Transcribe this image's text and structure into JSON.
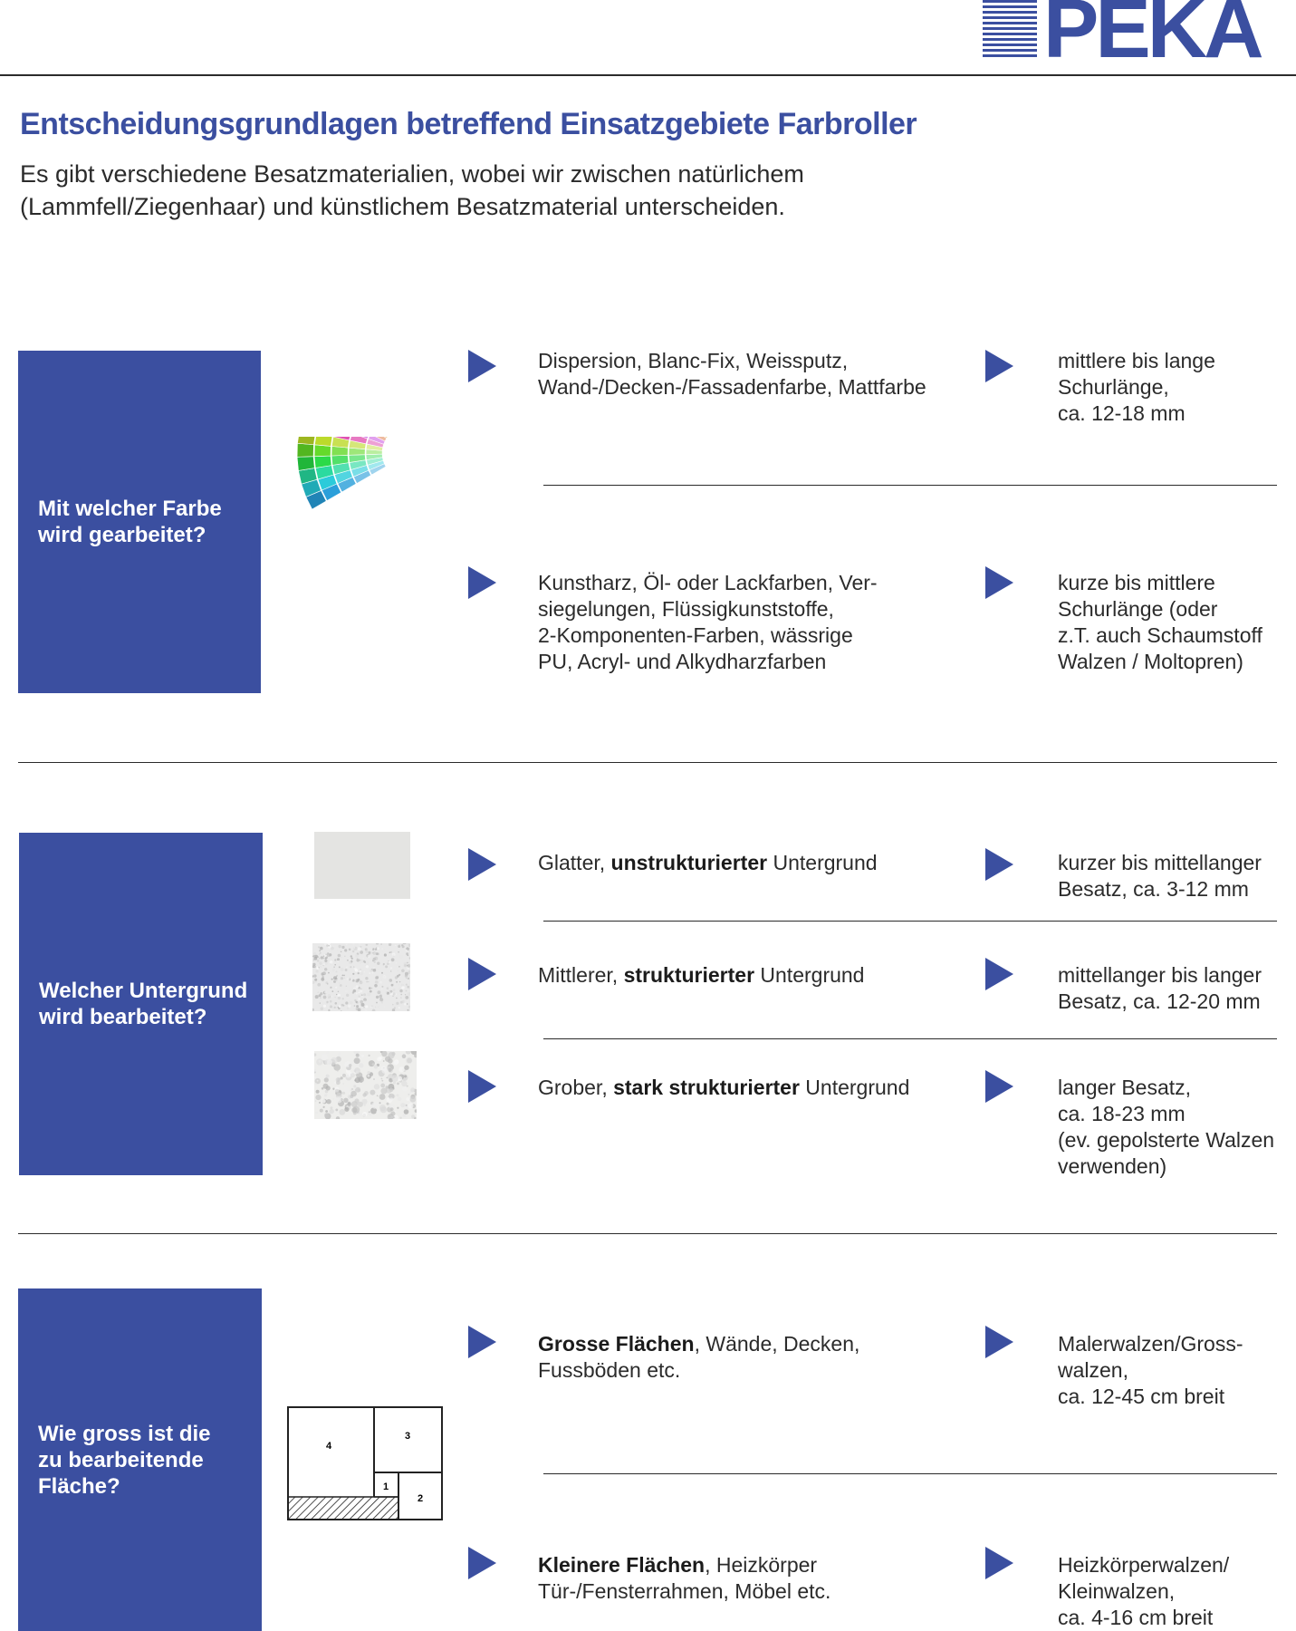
{
  "logo": {
    "text": "PEKA"
  },
  "title": "Entscheidungsgrundlagen betreffend Einsatzgebiete Farbroller",
  "intro": [
    "Es gibt verschiedene Besatzmaterialien, wobei wir zwischen natürlichem",
    "(Lammfell/Ziegenhaar) und künstlichem Besatzmaterial unterscheiden."
  ],
  "sections": {
    "farbe": {
      "question": [
        "Mit welcher Farbe",
        "wird gearbeitet?"
      ],
      "rows": [
        {
          "desc": [
            "Dispersion, Blanc-Fix, Weissputz,",
            "Wand-/Decken-/Fassadenfarbe, Mattfarbe"
          ],
          "result": [
            "mittlere bis lange",
            "Schurlänge,",
            "ca. 12-18 mm"
          ]
        },
        {
          "desc": [
            "Kunstharz, Öl- oder Lackfarben, Ver-",
            "siegelungen, Flüssigkunststoffe,",
            "2-Komponenten-Farben, wässrige",
            "PU, Acryl- und Alkydharzfarben"
          ],
          "result": [
            "kurze bis mittlere",
            "Schurlänge (oder",
            "z.T. auch Schaumstoff",
            "Walzen / Moltopren)"
          ]
        }
      ]
    },
    "untergrund": {
      "question": [
        "Welcher Untergrund",
        "wird bearbeitet?"
      ],
      "rows": [
        {
          "pre": "Glatter, ",
          "bold": "unstrukturierter",
          "post": " Untergrund",
          "result": [
            "kurzer bis mittellanger",
            "Besatz, ca. 3-12 mm"
          ]
        },
        {
          "pre": "Mittlerer, ",
          "bold": "strukturierter",
          "post": " Untergrund",
          "result": [
            "mittellanger bis langer",
            "Besatz, ca. 12-20 mm"
          ]
        },
        {
          "pre": "Grober, ",
          "bold": "stark strukturierter",
          "post": " Untergrund",
          "result": [
            "langer Besatz,",
            "ca. 18-23 mm",
            "(ev. gepolsterte Walzen",
            "verwenden)"
          ]
        }
      ]
    },
    "flaeche": {
      "question": [
        "Wie gross ist die",
        "zu  bearbeitende",
        "Fläche?"
      ],
      "diagram_labels": [
        "4",
        "3",
        "1",
        "2"
      ],
      "rows": [
        {
          "bold": "Grosse Flächen",
          "post": ", Wände, Decken,",
          "line2": "Fussböden etc.",
          "result": [
            "Malerwalzen/Gross-",
            "walzen,",
            "ca. 12-45 cm breit"
          ]
        },
        {
          "bold": "Kleinere Flächen",
          "post": ", Heizkörper",
          "line2": "Tür-/Fensterrahmen, Möbel etc.",
          "result": [
            "Heizkörperwalzen/",
            "Kleinwalzen,",
            "ca. 4-16 cm breit"
          ]
        }
      ]
    }
  },
  "colors": {
    "brand_blue": "#3b4fa0",
    "rule": "#2b2b2b"
  }
}
